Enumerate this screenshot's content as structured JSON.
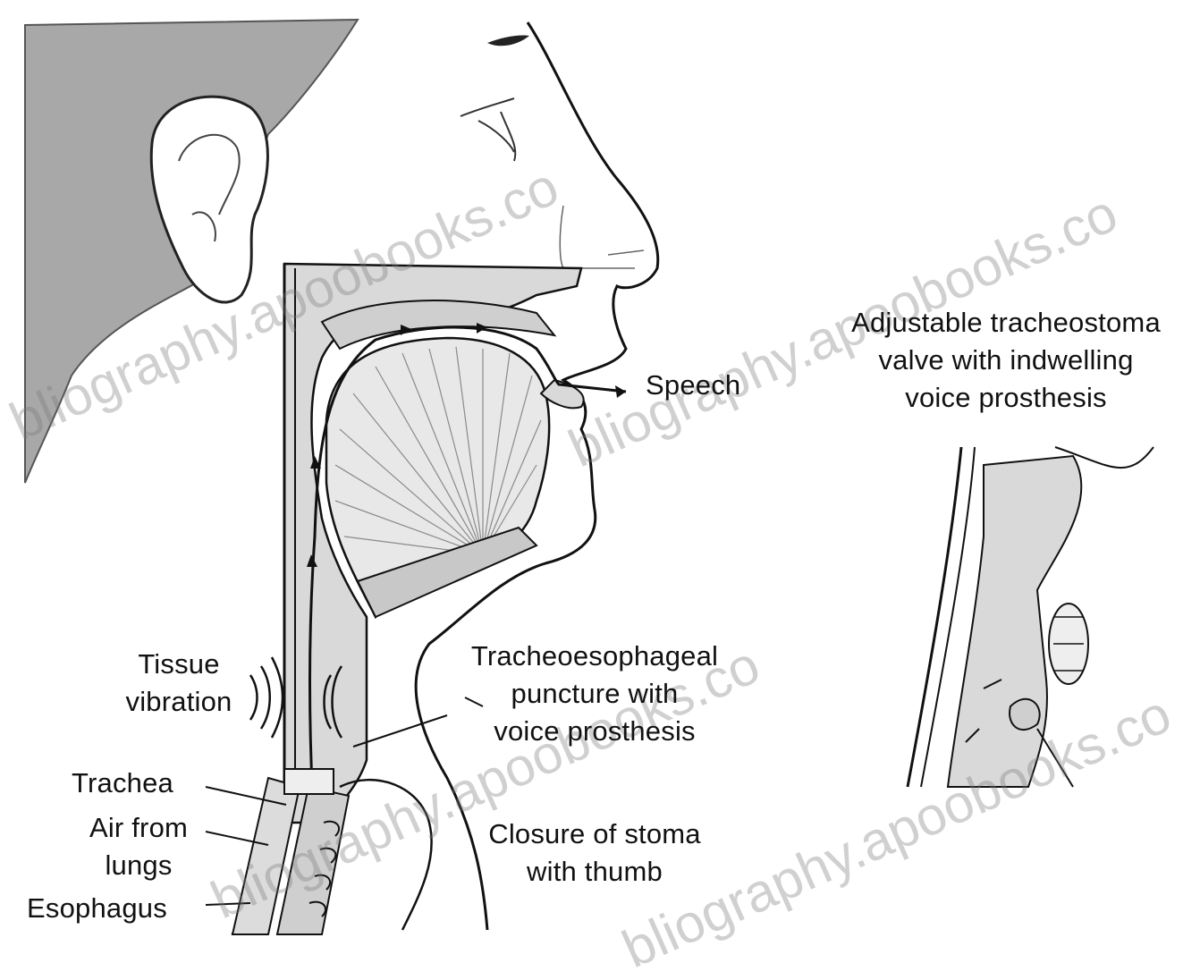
{
  "labels": {
    "speech": "Speech",
    "valve": [
      "Adjustable tracheostoma",
      "valve with indwelling",
      "voice prosthesis"
    ],
    "tissue": [
      "Tissue",
      "vibration"
    ],
    "puncture": [
      "Tracheoesophageal",
      "puncture with",
      "voice prosthesis"
    ],
    "trachea": "Trachea",
    "air": [
      "Air from",
      "lungs"
    ],
    "esophagus": "Esophagus",
    "closure": [
      "Closure of stoma",
      "with thumb"
    ]
  },
  "watermark": {
    "text_1": "bliography.apoobooks.co",
    "text_2": "bliography.apoobooks.co",
    "text_3": "bliography.apoobooks.co",
    "text_4": "bliography.apoobooks.co"
  },
  "colors": {
    "line": "#1a1a1a",
    "hair": "#7a7a7a",
    "tract": "#d9d9d9",
    "tongue": "#c8c8c8"
  }
}
